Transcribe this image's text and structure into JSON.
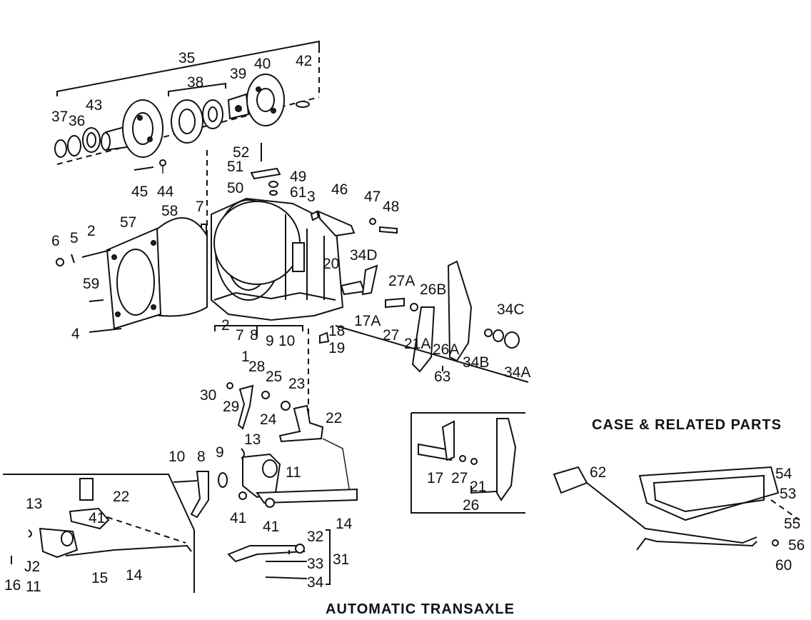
{
  "captions": {
    "main": "AUTOMATIC TRANSAXLE",
    "case": "CASE & RELATED PARTS"
  },
  "callouts": [
    "35",
    "38",
    "39",
    "40",
    "42",
    "43",
    "37",
    "36",
    "52",
    "51",
    "49",
    "50",
    "61",
    "45",
    "44",
    "7",
    "3",
    "46",
    "47",
    "48",
    "6",
    "5",
    "2",
    "57",
    "58",
    "59",
    "4",
    "34D",
    "20",
    "27A",
    "26B",
    "34C",
    "17A",
    "27",
    "21A",
    "26A",
    "34B",
    "34A",
    "63",
    "2",
    "7",
    "8",
    "9",
    "10",
    "18",
    "19",
    "1",
    "28",
    "25",
    "23",
    "30",
    "29",
    "24",
    "22",
    "13",
    "10",
    "8",
    "9",
    "11",
    "41",
    "41",
    "14",
    "32",
    "33",
    "31",
    "34",
    "13",
    "22",
    "41",
    "J2",
    "11",
    "16",
    "15",
    "14",
    "17",
    "27",
    "21",
    "26",
    "62",
    "54",
    "53",
    "55",
    "56",
    "60"
  ]
}
